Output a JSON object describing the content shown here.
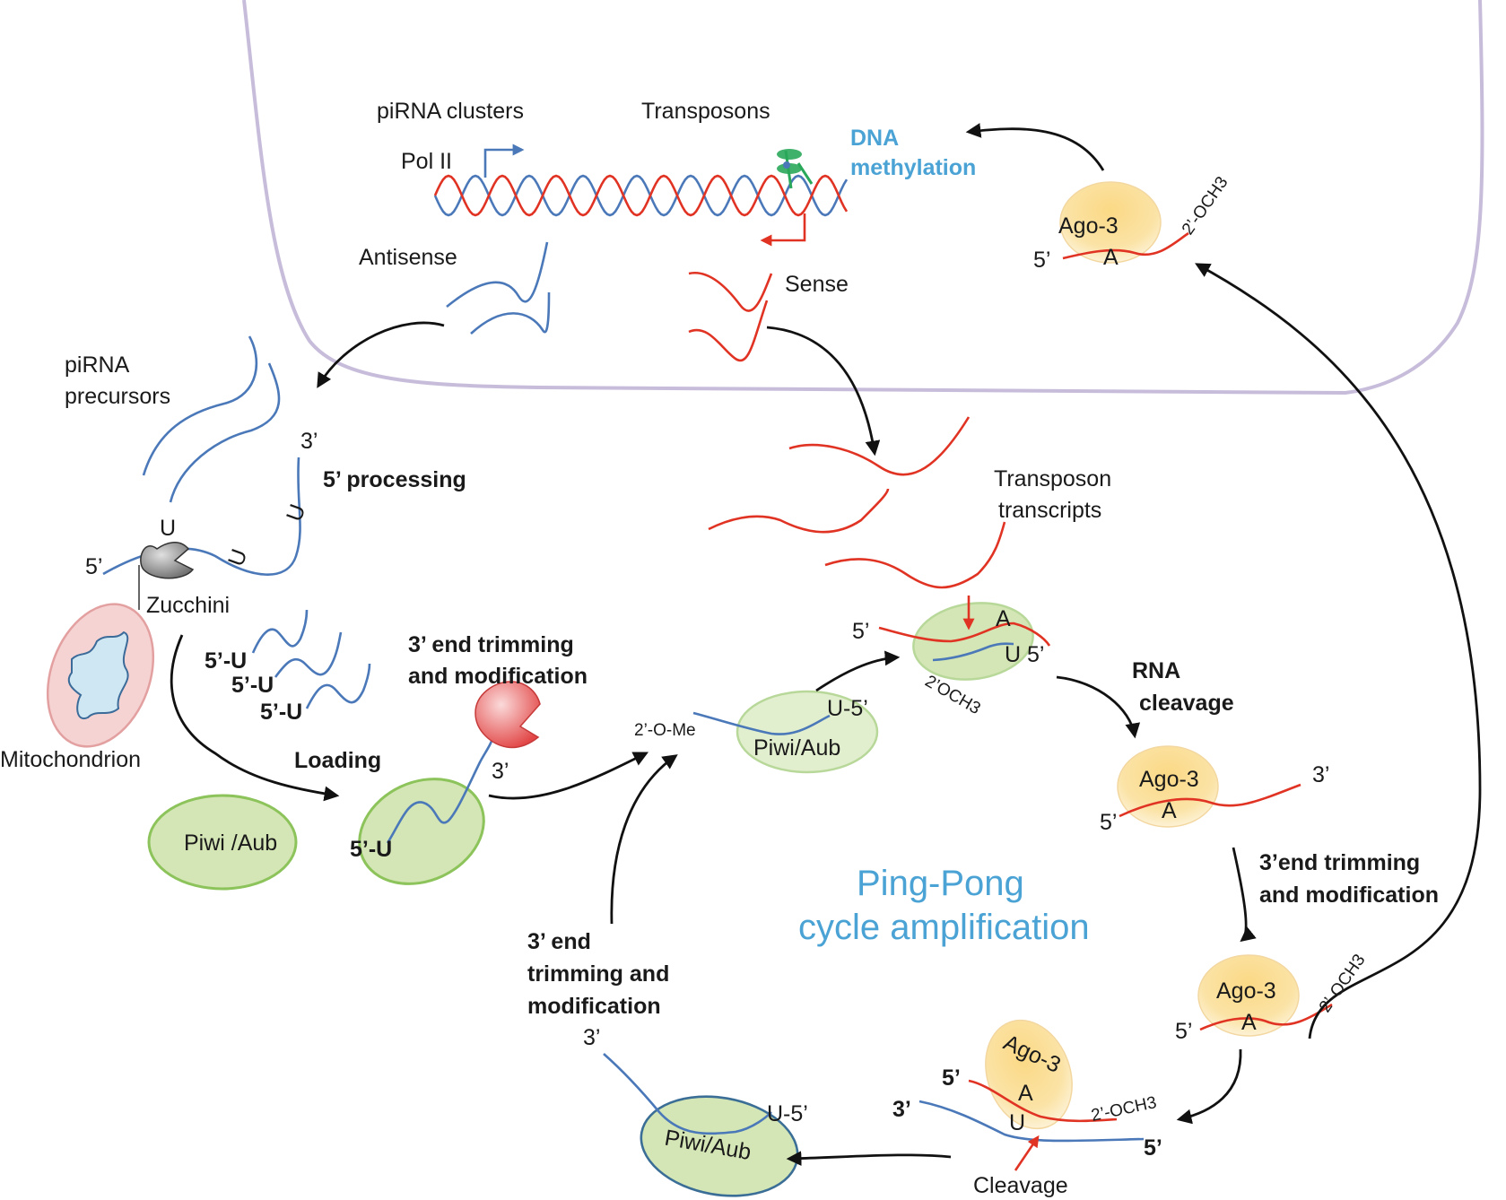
{
  "labels": {
    "pirna_clusters": "piRNA clusters",
    "transposons": "Transposons",
    "pol2": "Pol II",
    "dna_methylation_1": "DNA",
    "dna_methylation_2": "methylation",
    "antisense": "Antisense",
    "sense": "Sense",
    "pirna_precursors_1": "piRNA",
    "pirna_precursors_2": "precursors",
    "three_prime": "3’",
    "five_prime": "5’",
    "five_processing": "5’ processing",
    "u": "U",
    "zucchini": "Zucchini",
    "mitochondrion": "Mitochondrion",
    "five_u": "5’-U",
    "three_end_trim_1": "3’ end trimming",
    "three_end_trim_2": "and modification",
    "loading": "Loading",
    "piwi_aub_spaced": "Piwi /Aub",
    "piwi_aub": "Piwi/Aub",
    "two_o_me": "2’-O-Me",
    "u_five": "U-5’",
    "u_five_short": "U 5’",
    "transposon_transcripts_1": "Transposon",
    "transposon_transcripts_2": "transcripts",
    "a": "A",
    "two_och3": "2’OCH3",
    "two_och3_dash": "2’-OCH3",
    "rna_cleavage_1": "RNA",
    "rna_cleavage_2": "cleavage",
    "ago3": "Ago-3",
    "three_end_trim_right_1": "3’end trimming",
    "three_end_trim_right_2": "and modification",
    "ping_pong_1": "Ping-Pong",
    "ping_pong_2": "cycle amplification",
    "three_end_left_1": "3’ end",
    "three_end_left_2": "trimming and",
    "three_end_left_3": "modification",
    "cleavage": "Cleavage"
  },
  "colors": {
    "sense_rna": "#e03323",
    "antisense_rna": "#4a78b8",
    "piwi_fill": "#d4e6b5",
    "piwi_stroke": "#8cc35a",
    "ago_fill": "#f9dc8c",
    "nucleus_membrane": "#c7bddb",
    "title_blue": "#4aa3d4"
  }
}
